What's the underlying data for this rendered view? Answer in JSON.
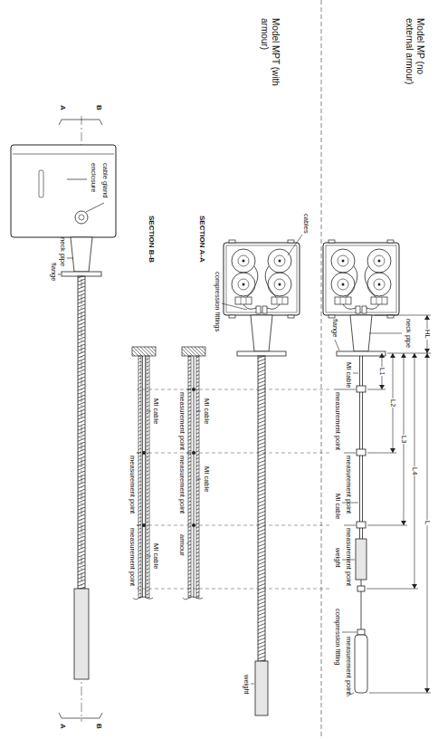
{
  "diagram": {
    "labels": [
      "Model MP (no external armour)",
      "neck pipe",
      "HL",
      "L",
      "L1",
      "L2",
      "L3",
      "L4",
      "flange",
      "MI cable",
      "measurement point",
      "measurement point",
      "MI cable",
      "measurement point",
      "weight",
      "measurement point",
      "compression fitting",
      "Model MPT (with armour)",
      "cables",
      "compression fittings",
      "weight",
      "SECTION A-A",
      "measurement point",
      "MI cable",
      "measurement point",
      "MI cable",
      "armour",
      "SECTION B-B",
      "MI cable",
      "measurement point",
      "MI cable",
      "measurement point",
      "cable gland",
      "enclosure",
      "neck pipe",
      "flange",
      "A",
      "B",
      "A",
      "B"
    ]
  }
}
